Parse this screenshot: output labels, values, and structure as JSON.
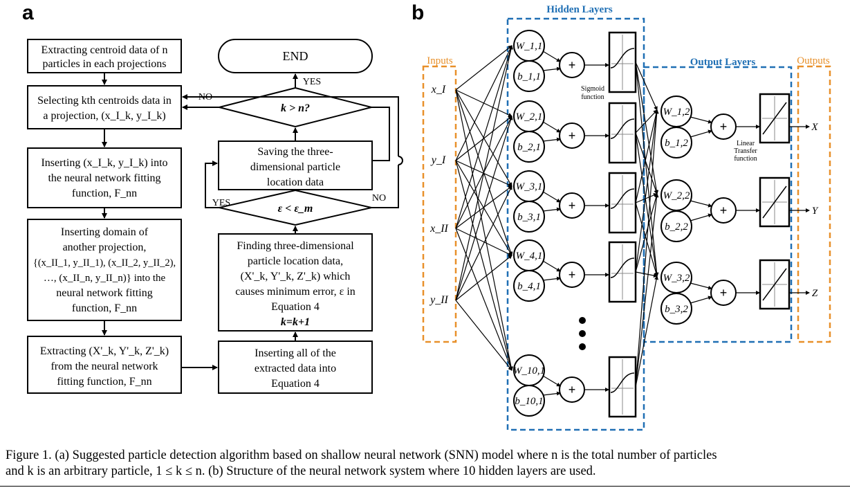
{
  "panel_a": {
    "label": "a",
    "steps": [
      [
        "Extracting centroid data of n",
        "particles in each projections"
      ],
      [
        "Selecting kth centroids data in",
        "a projection, (x_I_k, y_I_k)"
      ],
      [
        "Inserting (x_I_k, y_I_k) into",
        "the neural network fitting",
        "function, F_nn"
      ],
      [
        "Inserting domain of",
        "another projection,",
        "{(x_II_1, y_II_1), (x_II_2, y_II_2),",
        "…, (x_II_n, y_II_n)} into the",
        "neural network fitting",
        "function, F_nn"
      ],
      [
        "Extracting (X'_k, Y'_k, Z'_k)",
        "from the neural network",
        "fitting function, F_nn"
      ],
      [
        "Inserting all of the",
        "extracted data into",
        "Equation 4"
      ],
      [
        "Finding three-dimensional",
        "particle location data,",
        "(X'_k, Y'_k, Z'_k) which",
        "causes minimum error, ε in",
        "Equation 4",
        "k=k+1"
      ],
      [
        "Saving the three-",
        "dimensional particle",
        "location data"
      ]
    ],
    "end": "END",
    "decision_k": "k > n?",
    "decision_eps": "ε < ε_m",
    "yes": "YES",
    "no": "NO"
  },
  "panel_b": {
    "label": "b",
    "hidden_title": "Hidden Layers",
    "output_title": "Output Layers",
    "inputs_title": "Inputs",
    "outputs_title": "Outputs",
    "inputs": [
      "x_I",
      "y_I",
      "x_II",
      "y_II"
    ],
    "hidden_weights": [
      "W_1,1",
      "W_2,1",
      "W_3,1",
      "W_4,1",
      "W_10,1"
    ],
    "hidden_biases": [
      "b_1,1",
      "b_2,1",
      "b_3,1",
      "b_4,1",
      "b_10,1"
    ],
    "output_weights": [
      "W_1,2",
      "W_2,2",
      "W_3,2"
    ],
    "output_biases": [
      "b_1,2",
      "b_2,2",
      "b_3,2"
    ],
    "outputs": [
      "X",
      "Y",
      "Z"
    ],
    "sigmoid_label": [
      "Sigmoid",
      "function"
    ],
    "linear_label": [
      "Linear",
      "Transfer",
      "function"
    ],
    "plus": "+"
  },
  "caption": {
    "line1": "Figure 1.  (a) Suggested particle detection algorithm based on shallow neural network (SNN) model where n is the total number of particles",
    "line2": "and k is an arbitrary particle, 1 ≤ k ≤ n. (b) Structure of the neural network system where 10 hidden layers are used."
  }
}
